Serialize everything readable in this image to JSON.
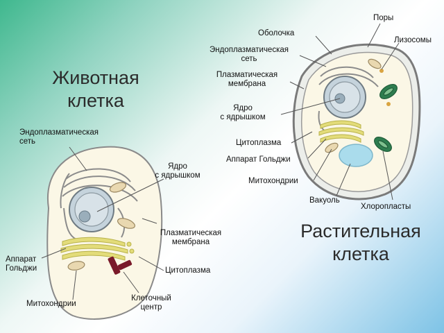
{
  "animal_cell": {
    "title_line1": "Животная",
    "title_line2": "клетка",
    "labels": {
      "er_line1": "Эндоплазматическая",
      "er_line2": "сеть",
      "nucleus_line1": "Ядро",
      "nucleus_line2": "с ядрышком",
      "membrane_line1": "Плазматическая",
      "membrane_line2": "мембрана",
      "golgi_line1": "Аппарат",
      "golgi_line2": "Гольджи",
      "cytoplasm": "Цитоплазма",
      "mitochondria": "Митохондрии",
      "centrosome_line1": "Клеточный",
      "centrosome_line2": "центр"
    }
  },
  "plant_cell": {
    "title_line1": "Растительная",
    "title_line2": "клетка",
    "labels": {
      "pores": "Поры",
      "wall": "Оболочка",
      "lysosomes": "Лизосомы",
      "er_line1": "Эндоплазматическая",
      "er_line2": "сеть",
      "membrane_line1": "Плазматическая",
      "membrane_line2": "мембрана",
      "nucleus_line1": "Ядро",
      "nucleus_line2": "с ядрышком",
      "cytoplasm": "Цитоплазма",
      "golgi": "Аппарат Гольджи",
      "mitochondria": "Митохондрии",
      "vacuole": "Вакуоль",
      "chloroplasts": "Хлоропласты"
    }
  },
  "colors": {
    "cell_fill": "#fbf7e6",
    "golgi": "#e3dc7a",
    "nucleus": "#c5d3dc",
    "vacuole": "#aadcec",
    "chloroplast": "#2e7d4f",
    "centrosome": "#7a1a2a"
  }
}
